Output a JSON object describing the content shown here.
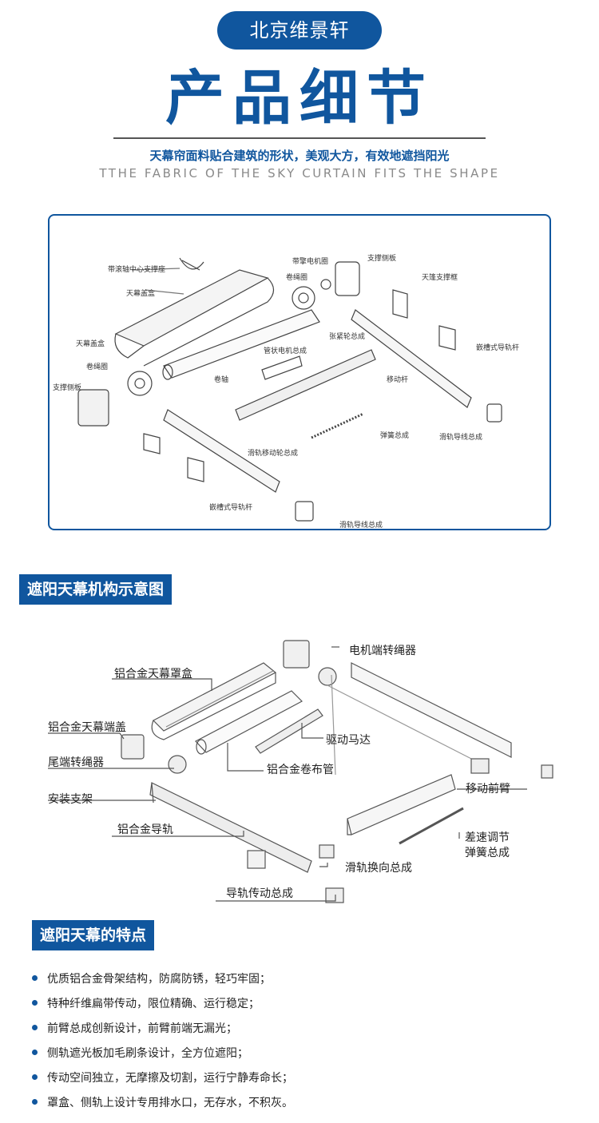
{
  "header": {
    "brand": "北京维景轩",
    "title": "产品细节",
    "subtitle_cn": "天幕帘面料贴合建筑的形状，美观大方，有效地遮挡阳光",
    "subtitle_en": "TTHE FABRIC OF THE SKY CURTAIN FITS THE SHAPE"
  },
  "diagram1": {
    "labels": {
      "center_bracket": "带滚轴中心支撑座",
      "cover_box_a": "天幕盖盒",
      "cover_box_b": "天幕盖盒",
      "reel_a": "卷绳圈",
      "support_plate_left": "支撑侧板",
      "motor_ring": "带擎电机圈",
      "reel_b": "卷绳圈",
      "tension_wheel": "张紧轮总成",
      "support_plate_top": "支撑侧板",
      "support_frame": "天篷支撑框",
      "tube_motor": "管状电机总成",
      "roller": "卷轴",
      "moving_rod": "移动杆",
      "slot_rail_right": "嵌槽式导轨杆",
      "spring": "弹簧总成",
      "rail_slider": "滑轨移动轮总成",
      "guide_wire_right": "滑轨导线总成",
      "slot_rail_bottom": "嵌槽式导轨杆",
      "guide_wire_bottom": "滑轨导线总成"
    }
  },
  "section_mechanism": {
    "heading": "遮阳天幕机构示意图",
    "labels": {
      "motor_end_reel": "电机端转绳器",
      "cover_box": "铝合金天幕罩盒",
      "end_cap": "铝合金天幕端盖",
      "drive_motor": "驱动马达",
      "tail_reel": "尾端转绳器",
      "roller_tube": "铝合金卷布管",
      "moving_front_arm": "移动前臂",
      "mount_bracket": "安装支架",
      "guide_rail": "铝合金导轨",
      "diff_spring": "差速调节\n弹簧总成",
      "slide_turn": "滑轨换向总成",
      "rail_drive": "导轨传动总成"
    }
  },
  "section_features": {
    "heading": "遮阳天幕的特点",
    "items": [
      "优质铝合金骨架结构，防腐防锈，轻巧牢固；",
      "特种纤维扁带传动，限位精确、运行稳定；",
      "前臂总成创新设计，前臂前端无漏光；",
      "侧轨遮光板加毛刷条设计，全方位遮阳；",
      "传动空间独立，无摩擦及切割，运行宁静寿命长；",
      "罩盒、侧轨上设计专用排水口，无存水，不积灰。"
    ]
  },
  "colors": {
    "brand_blue": "#10569e",
    "line_gray": "#555555",
    "en_gray": "#8a8a8a"
  }
}
